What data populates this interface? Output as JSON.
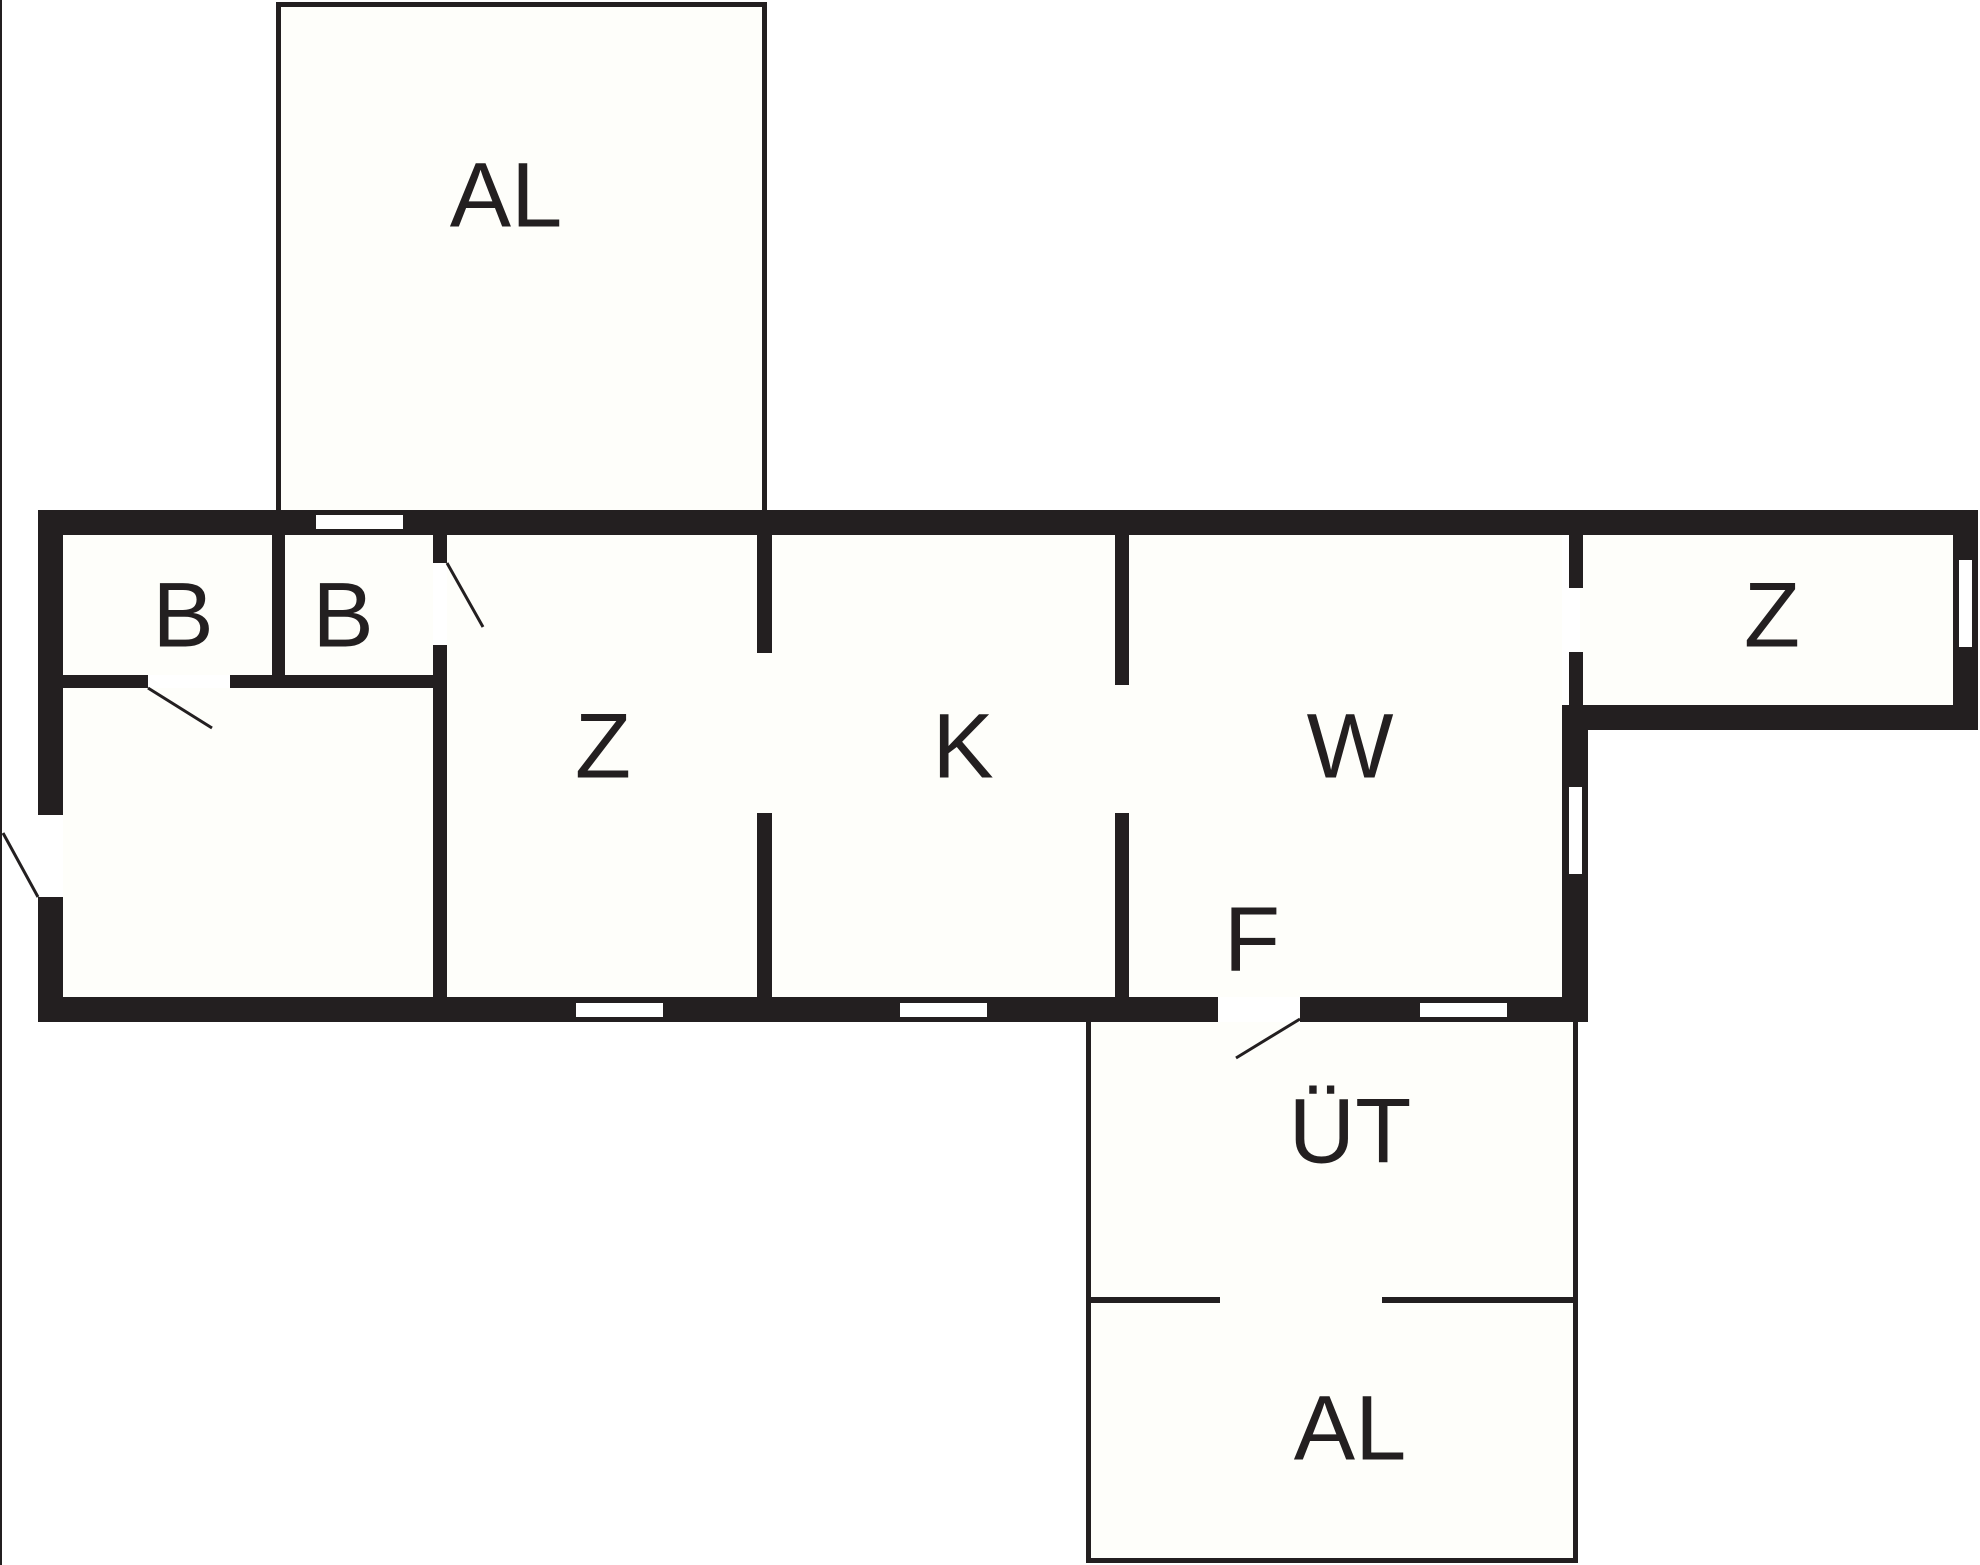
{
  "colors": {
    "wall": "#231f20",
    "floor": "#fefefa",
    "background": "#ffffff",
    "opening": "#ffffff"
  },
  "rooms": {
    "al_top": "AL",
    "b_left": "B",
    "b_right": "B",
    "z_main": "Z",
    "k": "K",
    "w": "W",
    "z_right": "Z",
    "f": "F",
    "ut": "ÜT",
    "al_bottom": "AL"
  }
}
